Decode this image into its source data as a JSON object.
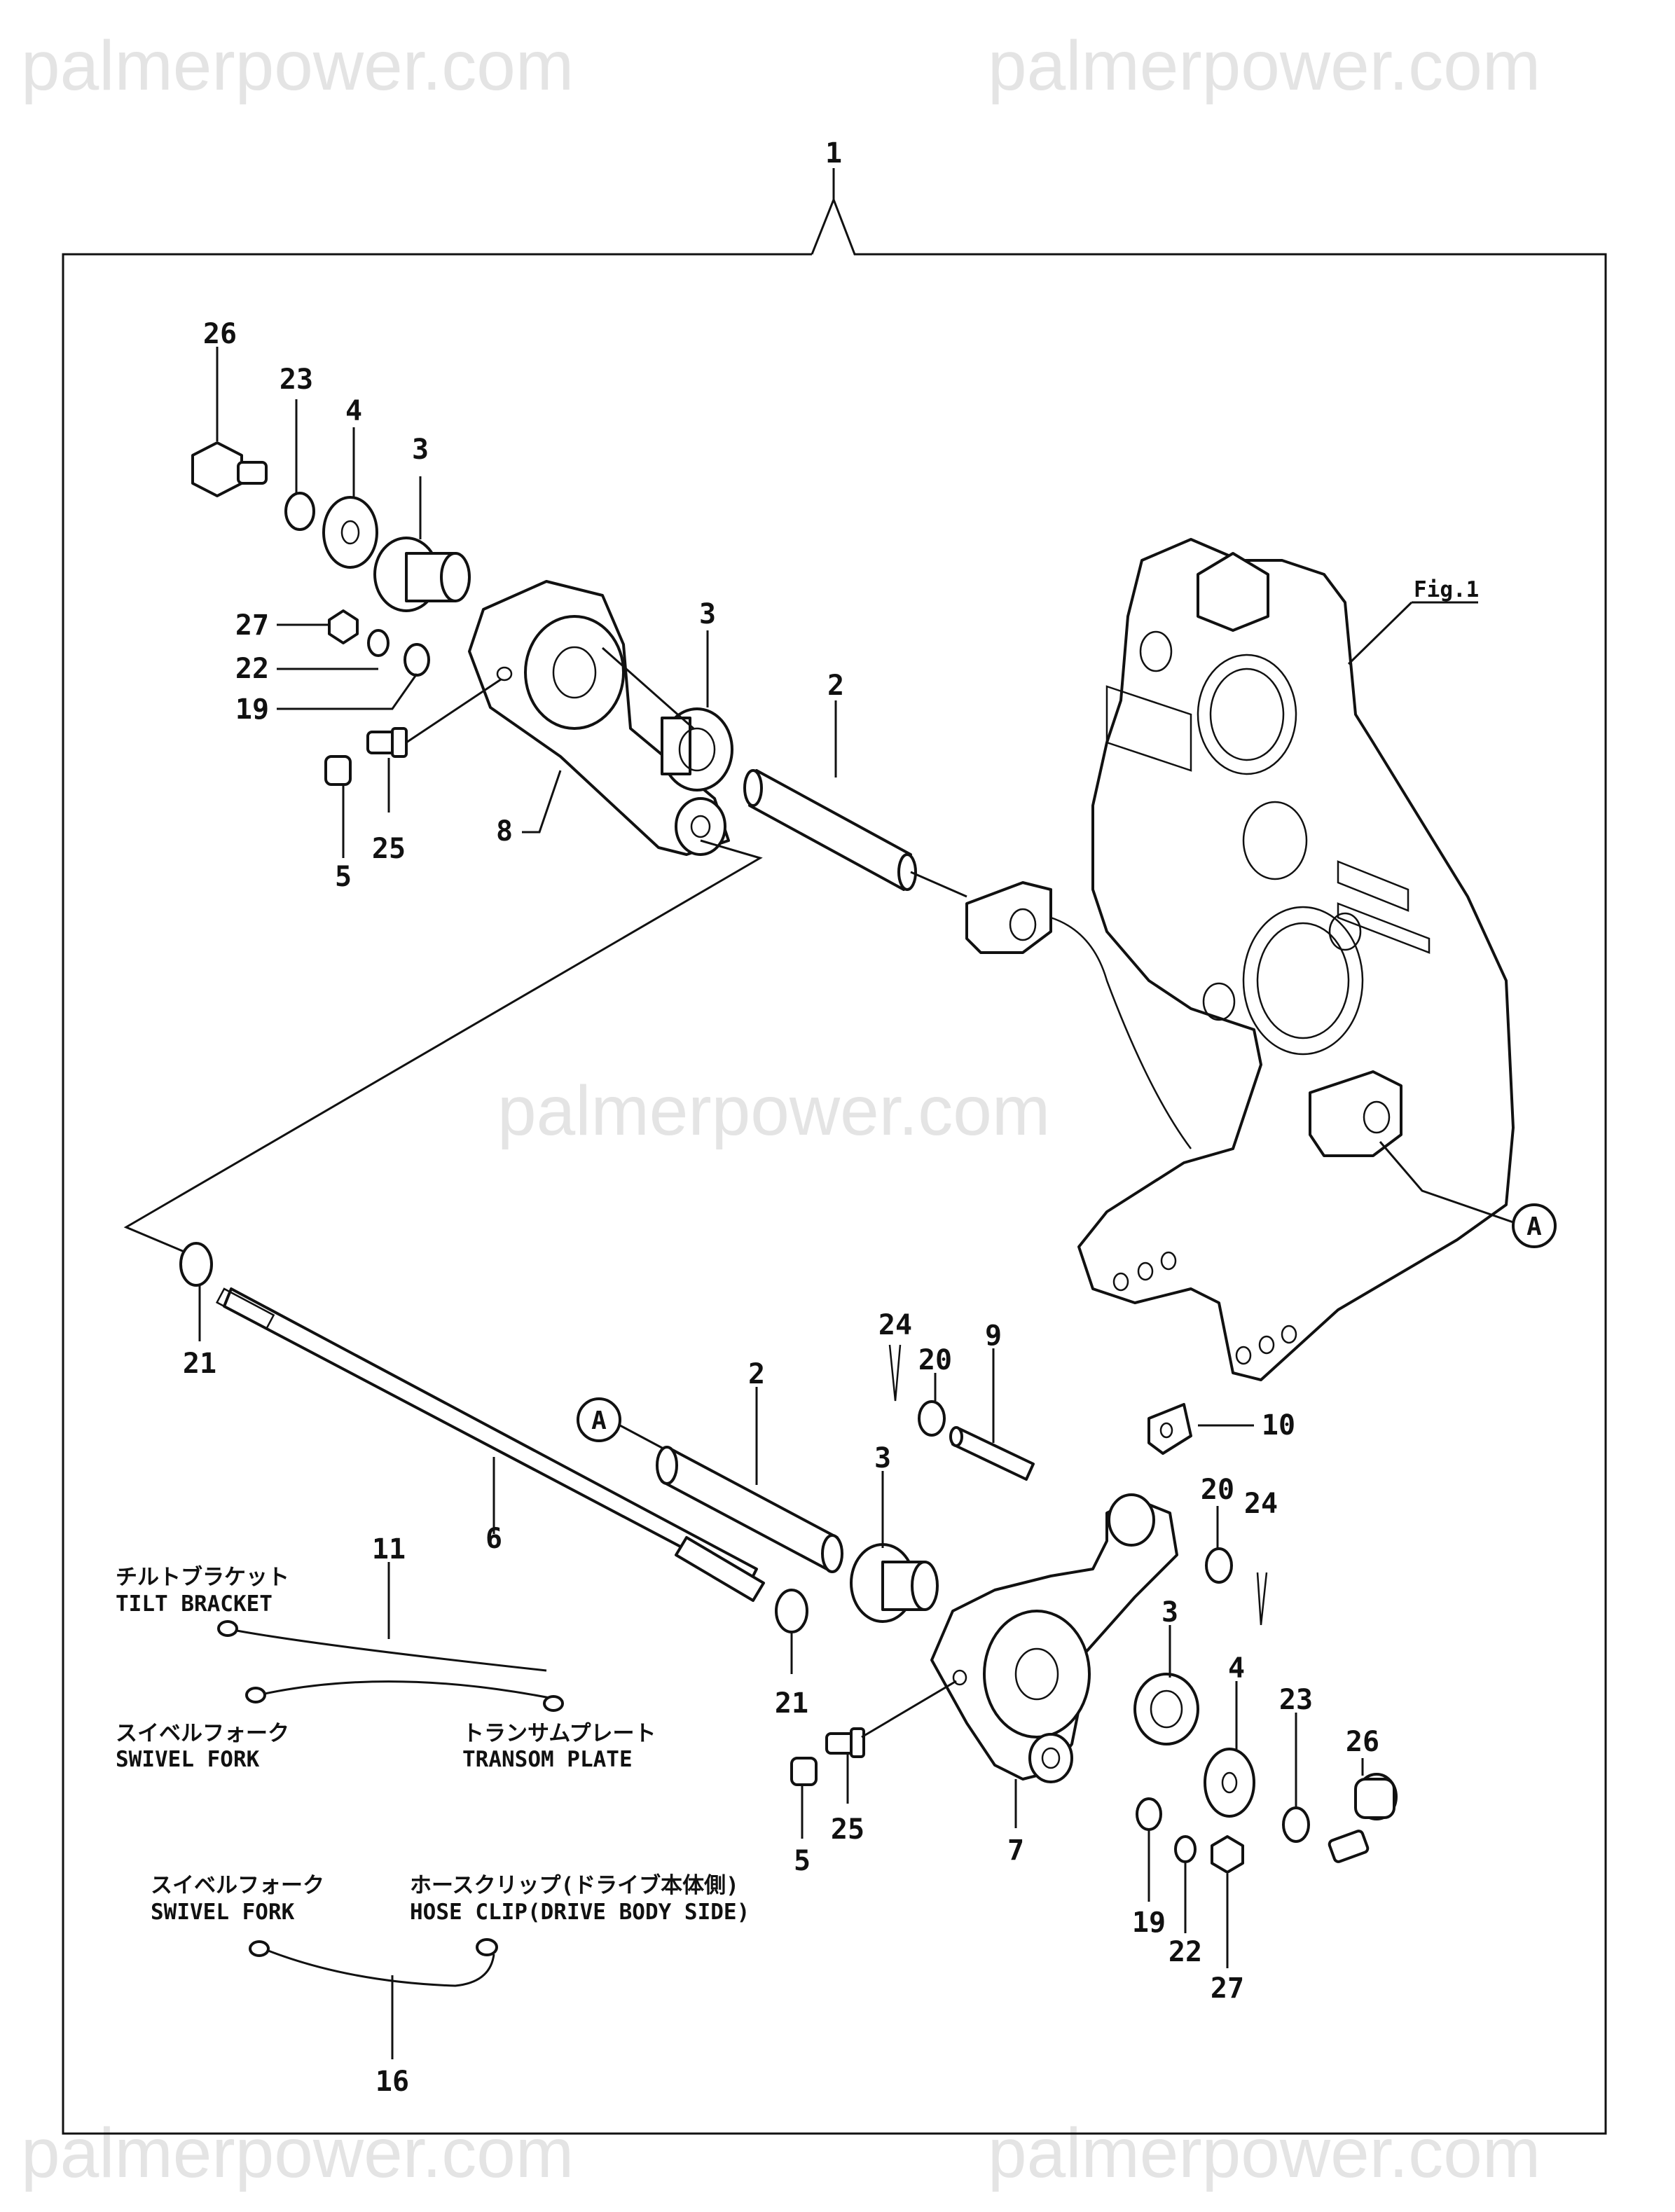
{
  "watermarks": [
    "palmerpower.com",
    "palmerpower.com",
    "palmerpower.com",
    "palmerpower.com",
    "palmerpower.com"
  ],
  "assembly_number": "1",
  "figure_ref": "Fig.1",
  "circle_ref": "A",
  "callouts": {
    "bolt_top": "26",
    "lockwasher_top": "23",
    "washer_top": "4",
    "bushing_top_a": "3",
    "nut_top": "27",
    "spring_washer_top": "22",
    "small_washer_top": "19",
    "bushing_top_b": "3",
    "pin_top": "2",
    "arm_top": "8",
    "plug_top": "5",
    "grease_nipple_top": "25",
    "washer_rod": "21",
    "pin_cotter_a": "24",
    "washer_pin_a": "20",
    "pin_9": "9",
    "bracket_10": "10",
    "pin_bottom": "2",
    "bushing_bottom_a": "3",
    "rod_6": "6",
    "washer_rod_b": "21",
    "washer_pin_b": "20",
    "pin_cotter_b": "24",
    "bushing_bottom_b": "3",
    "washer_bottom": "4",
    "lockwasher_bottom": "23",
    "bolt_bottom": "26",
    "plug_bottom": "5",
    "grease_nipple_bottom": "25",
    "arm_7": "7",
    "small_washer_bottom": "19",
    "spring_washer_bottom": "22",
    "nut_bottom": "27",
    "ground_wire_11": "11",
    "ground_wire_16": "16"
  },
  "wire_11": {
    "top_jp": "チルトブラケット",
    "top_en": "TILT BRACKET",
    "left_jp": "スイベルフォーク",
    "left_en": "SWIVEL FORK",
    "right_jp": "トランサムプレート",
    "right_en": "TRANSOM PLATE"
  },
  "wire_16": {
    "left_jp": "スイベルフォーク",
    "left_en": "SWIVEL FORK",
    "right_jp": "ホースクリップ(ドライブ本体側)",
    "right_en": "HOSE CLIP(DRIVE BODY SIDE)"
  }
}
